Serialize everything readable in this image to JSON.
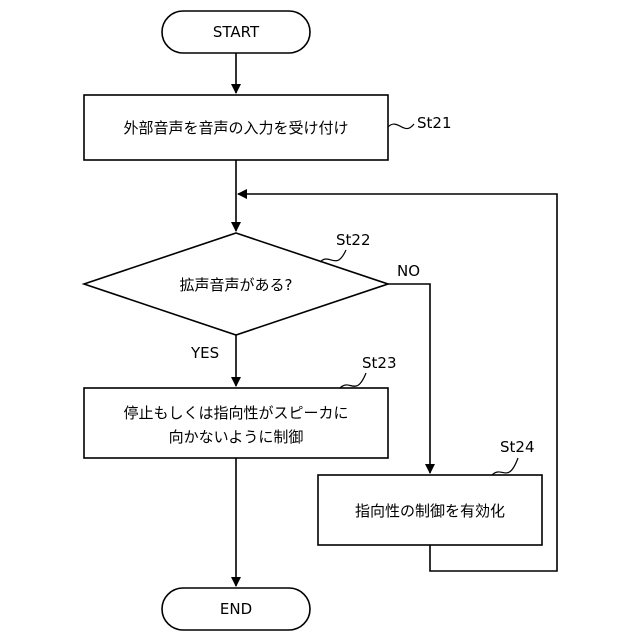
{
  "flowchart": {
    "start": "START",
    "end": "END",
    "step21": {
      "id": "St21",
      "text": "外部音声を音声の入力を受け付け"
    },
    "step22": {
      "id": "St22",
      "text": "拡声音声がある?"
    },
    "step23": {
      "id": "St23",
      "line1": "停止もしくは指向性がスピーカに",
      "line2": "向かないように制御"
    },
    "step24": {
      "id": "St24",
      "text": "指向性の制御を有効化"
    },
    "branch_yes": "YES",
    "branch_no": "NO"
  }
}
